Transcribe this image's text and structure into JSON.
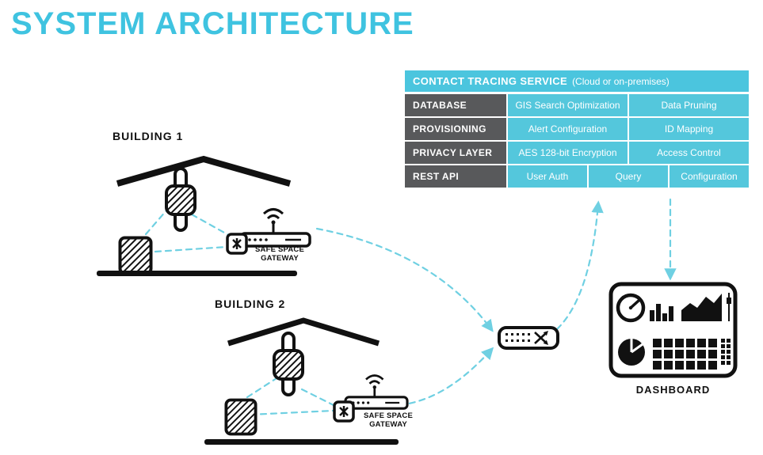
{
  "page": {
    "title": "SYSTEM ARCHITECTURE"
  },
  "service": {
    "title": "CONTACT TRACING SERVICE",
    "subtitle": "(Cloud or on-premises)",
    "rows": [
      {
        "label": "DATABASE",
        "cells": [
          "GIS Search Optimization",
          "Data Pruning"
        ]
      },
      {
        "label": "PROVISIONING",
        "cells": [
          "Alert Configuration",
          "ID Mapping"
        ]
      },
      {
        "label": "PRIVACY LAYER",
        "cells": [
          "AES 128-bit Encryption",
          "Access Control"
        ]
      },
      {
        "label": "REST API",
        "cells": [
          "User Auth",
          "Query",
          "Configuration"
        ]
      }
    ]
  },
  "buildings": [
    {
      "label": "BUILDING 1",
      "gateway": {
        "line1": "SAFE SPACE",
        "line2": "GATEWAY"
      }
    },
    {
      "label": "BUILDING 2",
      "gateway": {
        "line1": "SAFE SPACE",
        "line2": "GATEWAY"
      }
    }
  ],
  "dashboard": {
    "label": "DASHBOARD"
  },
  "icons": {
    "wearable": "wristband-beacon-icon",
    "tablet": "tablet-icon",
    "router": "wifi-router-icon",
    "gateway_badge": "safe-space-logo-icon",
    "switch": "network-switch-icon",
    "dashboard": "analytics-dashboard-icon"
  },
  "colors": {
    "accent": "#3FC3E0",
    "table_header": "#4BC5DE",
    "table_cell": "#54C7DC",
    "label_dark": "#58595B",
    "connector": "#6FD0E2",
    "ink": "#111111"
  }
}
